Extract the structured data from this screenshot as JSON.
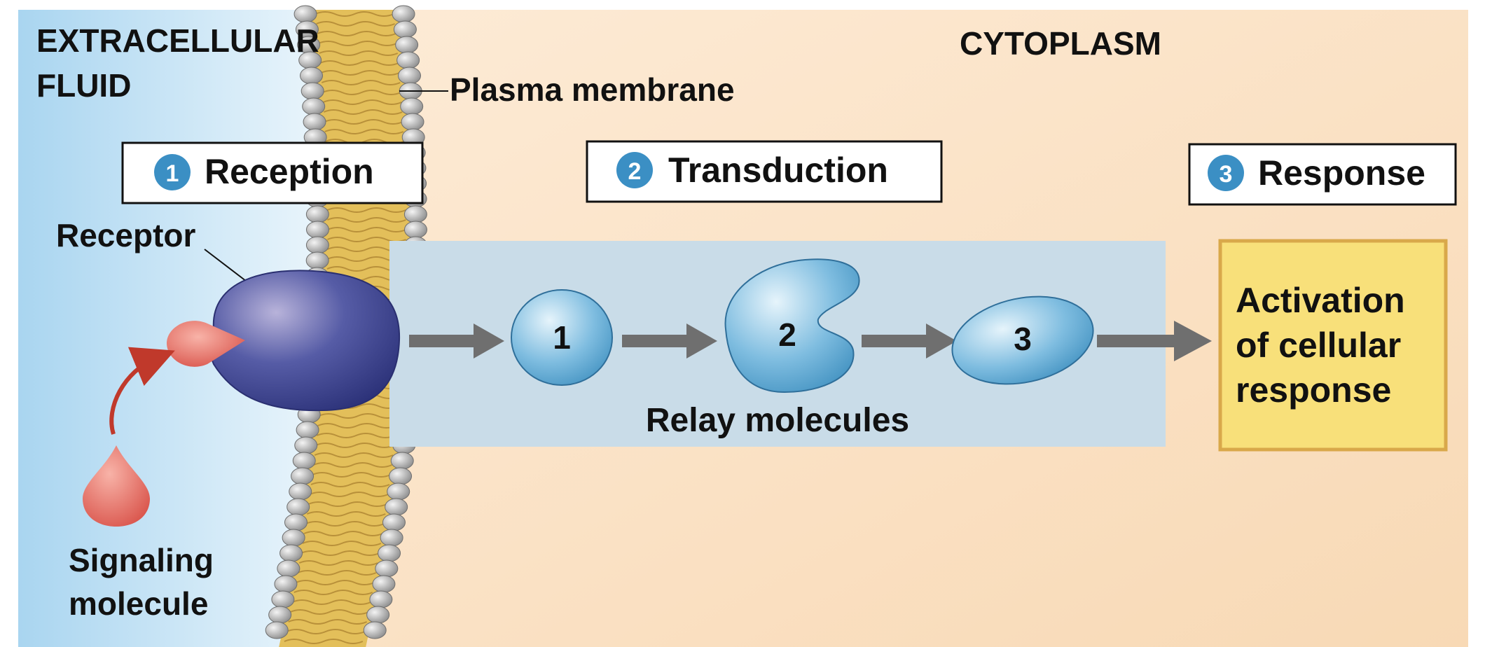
{
  "regions": {
    "extracellular_line1": "EXTRACELLULAR",
    "extracellular_line2": "FLUID",
    "cytoplasm": "CYTOPLASM"
  },
  "membrane": {
    "label": "Plasma membrane"
  },
  "stages": [
    {
      "number": "1",
      "title": "Reception"
    },
    {
      "number": "2",
      "title": "Transduction"
    },
    {
      "number": "3",
      "title": "Response"
    }
  ],
  "receptor": {
    "label": "Receptor"
  },
  "signal": {
    "line1": "Signaling",
    "line2": "molecule"
  },
  "relay": {
    "label": "Relay molecules",
    "molecules": [
      "1",
      "2",
      "3"
    ]
  },
  "response": {
    "line1": "Activation",
    "line2": "of cellular",
    "line3": "response"
  },
  "colors": {
    "extracellular": "#bfe0f3",
    "cytoplasm": "#fbe3c8",
    "membrane_tails": "#e3bf5a",
    "membrane_heads": "#a9a9a9",
    "receptor": "#4a4f98",
    "signal": "#e8736b",
    "relay_panel": "#c9dce8",
    "relay_molecule": "#6fb1d6",
    "badge": "#3b8fc4",
    "arrow": "#6f6f6f",
    "response_box": "#f8e07a",
    "response_border": "#d9a84a"
  }
}
